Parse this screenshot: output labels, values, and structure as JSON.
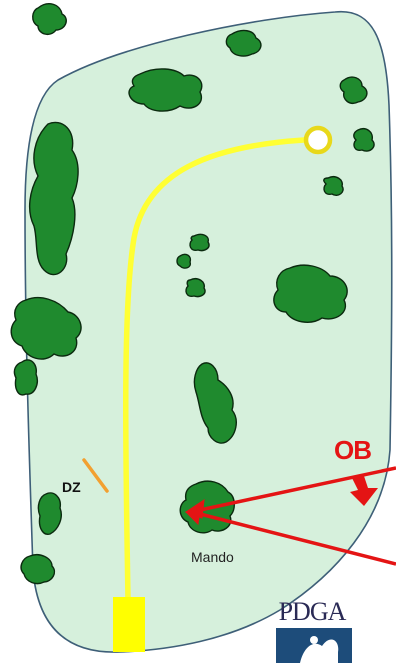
{
  "hole": {
    "labels": {
      "drop_zone": "DZ",
      "mandatory": "Mando",
      "out_of_bounds": "OB"
    },
    "logo_text": "PDGA",
    "colors": {
      "fairway": "#d6f0dc",
      "fairway_outline": "#3e5f78",
      "trees": "#1f8a2e",
      "flight_path": "#ffff33",
      "tee_pad": "#ffff00",
      "basket": "#e8d81a",
      "ob_arrows": "#e41414",
      "drop_zone_marker": "#f2a030"
    }
  }
}
